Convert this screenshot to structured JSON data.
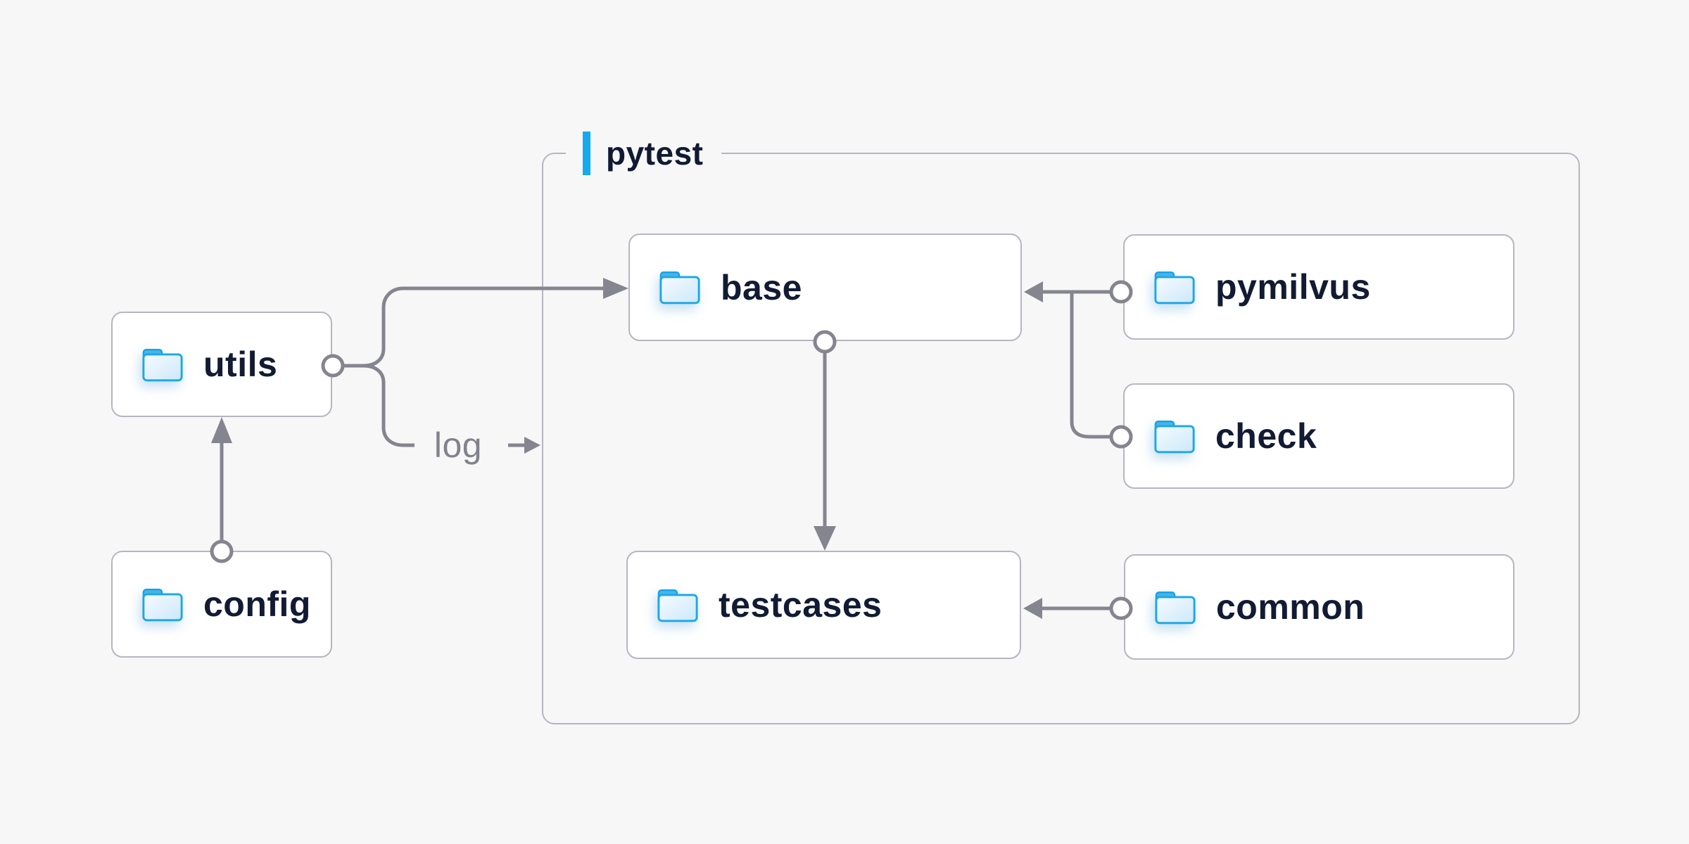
{
  "diagram": {
    "group": {
      "label": "pytest"
    },
    "nodes": [
      {
        "id": "utils",
        "label": "utils"
      },
      {
        "id": "config",
        "label": "config"
      },
      {
        "id": "base",
        "label": "base"
      },
      {
        "id": "pymilvus",
        "label": "pymilvus"
      },
      {
        "id": "check",
        "label": "check"
      },
      {
        "id": "testcases",
        "label": "testcases"
      },
      {
        "id": "common",
        "label": "common"
      }
    ],
    "edge_label": "log",
    "edges": [
      {
        "from": "config",
        "to": "utils",
        "type": "arrow"
      },
      {
        "from": "utils",
        "to": "base",
        "type": "arrow"
      },
      {
        "from": "utils",
        "to": "log",
        "type": "labeled-arrow",
        "label": "log"
      },
      {
        "from": "base",
        "to": "testcases",
        "type": "arrow"
      },
      {
        "from": "pymilvus",
        "to": "base",
        "type": "arrow"
      },
      {
        "from": "pymilvus",
        "to": "check",
        "type": "line"
      },
      {
        "from": "common",
        "to": "testcases",
        "type": "arrow"
      }
    ],
    "colors": {
      "background": "#f7f7f8",
      "node_fill": "#ffffff",
      "node_border": "#b6b6c1",
      "connector": "#85858f",
      "label_text": "#121b33",
      "muted_text": "#82828c",
      "accent": "#15aaed",
      "folder_blue": "#1ba7e9"
    }
  }
}
